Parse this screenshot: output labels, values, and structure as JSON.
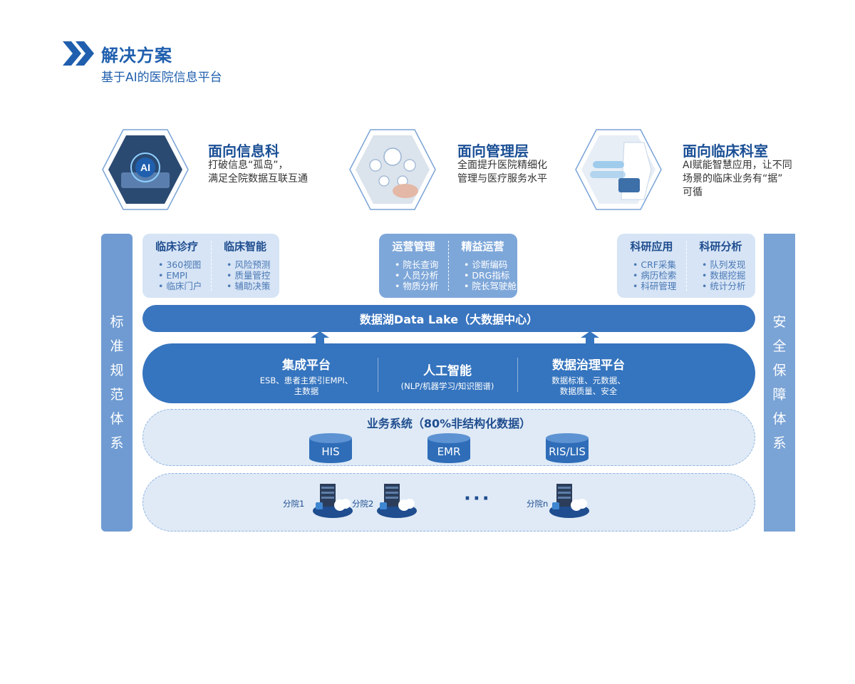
{
  "header": {
    "title": "解决方案",
    "subtitle": "基于AI的医院信息平台"
  },
  "audiences": [
    {
      "title": "面向信息科",
      "desc": "打破信息“孤岛”，\n满足全院数据互联互通",
      "icon": "ai-tablet-photo"
    },
    {
      "title": "面向管理层",
      "desc": "全面提升医院精细化\n管理与医疗服务水平",
      "icon": "medical-hand-photo"
    },
    {
      "title": "面向临床科室",
      "desc": "AI赋能智慧应用，让不同\n场景的临床业务有“据”\n可循",
      "icon": "doctor-tablet-photo"
    }
  ],
  "left_pillar": [
    "标",
    "准",
    "规",
    "范",
    "体",
    "系"
  ],
  "right_pillar": [
    "安",
    "全",
    "保",
    "障",
    "体",
    "系"
  ],
  "modules": [
    {
      "columns": [
        {
          "title": "临床诊疗",
          "items": [
            "360视图",
            "EMPI",
            "临床门户"
          ]
        },
        {
          "title": "临床智能",
          "items": [
            "风险预测",
            "质量管控",
            "辅助决策"
          ]
        }
      ]
    },
    {
      "columns": [
        {
          "title": "运营管理",
          "items": [
            "院长查询",
            "人员分析",
            "物质分析"
          ]
        },
        {
          "title": "精益运营",
          "items": [
            "诊断编码",
            "DRG指标",
            "院长驾驶舱"
          ]
        }
      ]
    },
    {
      "columns": [
        {
          "title": "科研应用",
          "items": [
            "CRF采集",
            "病历检索",
            "科研管理"
          ]
        },
        {
          "title": "科研分析",
          "items": [
            "队列发现",
            "数据挖掘",
            "统计分析"
          ]
        }
      ]
    }
  ],
  "data_lake": "数据湖Data Lake（大数据中心）",
  "platform": [
    {
      "title": "集成平台",
      "sub": "ESB、患者主索引EMPI、\n主数据"
    },
    {
      "title": "人工智能",
      "sub": "(NLP/机器学习/知识图谱)"
    },
    {
      "title": "数据治理平台",
      "sub": "数据标准、元数据、\n数据质量、安全"
    }
  ],
  "business": {
    "title": "业务系统（80%非结构化数据）",
    "databases": [
      "HIS",
      "EMR",
      "RIS/LIS"
    ]
  },
  "branches": {
    "labels": [
      "分院1",
      "分院2",
      "分院n"
    ],
    "ellipsis": "···"
  },
  "colors": {
    "primary": "#3574be",
    "title_blue": "#1f5fae",
    "light_panel": "#d6e4f5",
    "pillar": "#6f9bd2"
  }
}
